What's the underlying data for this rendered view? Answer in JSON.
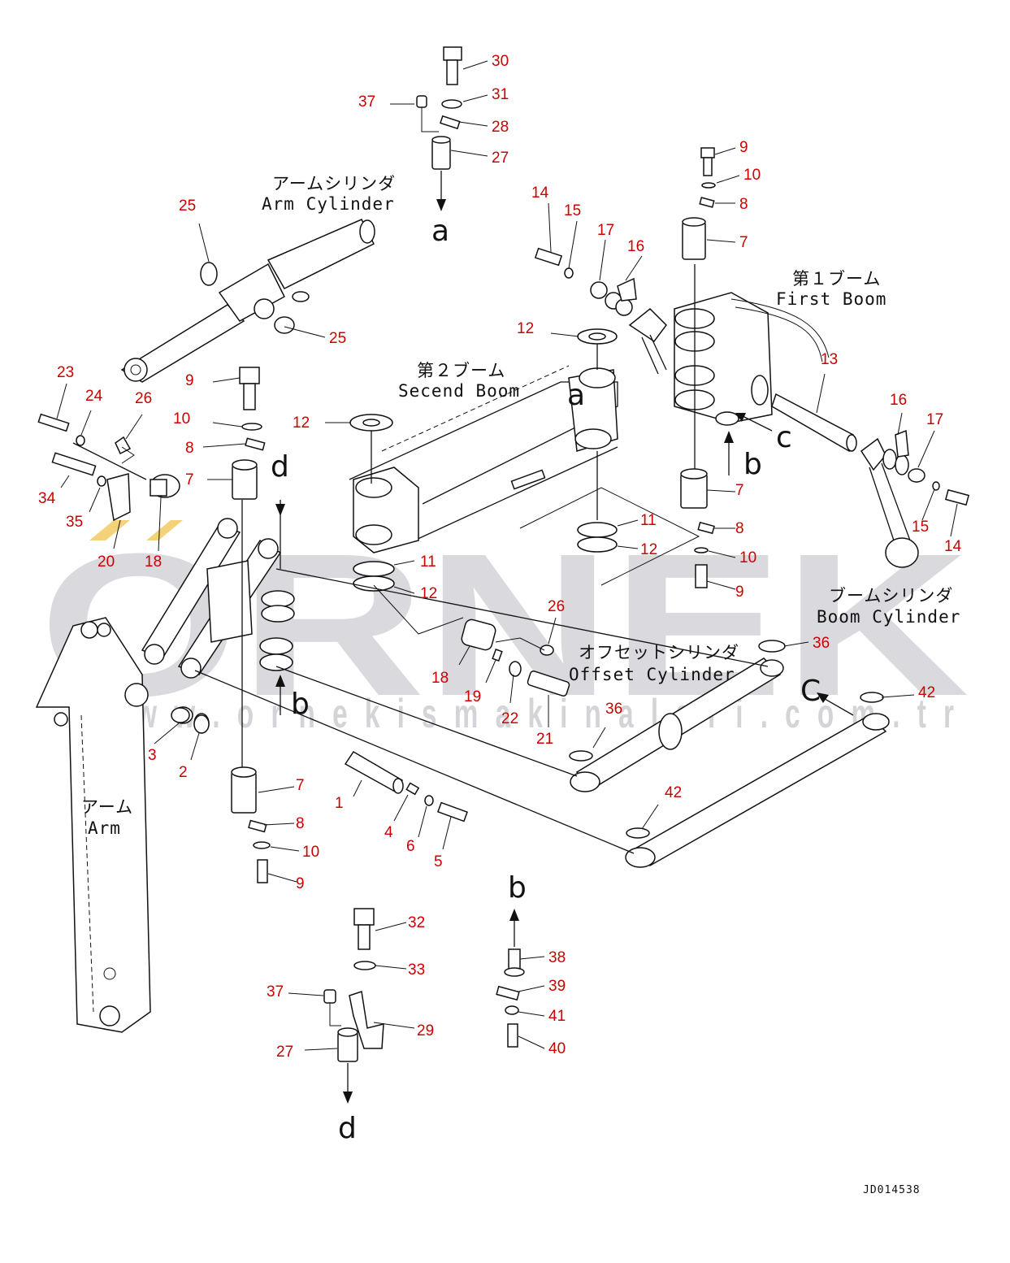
{
  "watermark": {
    "brand": "ORNEK",
    "url": "w w w . o r n e k i s m a k i n a l a r i . c o m . t r"
  },
  "document_id": "JD014538",
  "labels": {
    "arm_cylinder_jp": "アームシリンダ",
    "arm_cylinder_en": "Arm Cylinder",
    "first_boom_jp": "第１ブーム",
    "first_boom_en": "First Boom",
    "second_boom_jp": "第２ブーム",
    "second_boom_en": "Secend Boom",
    "boom_cylinder_jp": "ブームシリンダ",
    "boom_cylinder_en": "Boom Cylinder",
    "offset_cylinder_jp": "オフセットシリンダ",
    "offset_cylinder_en": "Offset Cylinder",
    "arm_jp": "アーム",
    "arm_en": "Arm"
  },
  "view_letters": {
    "a1": "a",
    "a2": "a",
    "b1": "b",
    "b2": "b",
    "b3": "b",
    "c1": "c",
    "c2": "C",
    "d1": "d",
    "d2": "d"
  },
  "part_numbers": [
    "30",
    "31",
    "37",
    "28",
    "27",
    "9",
    "10",
    "8",
    "7",
    "14",
    "15",
    "17",
    "16",
    "25",
    "25",
    "12",
    "13",
    "16",
    "17",
    "15",
    "14",
    "23",
    "24",
    "26",
    "9",
    "10",
    "8",
    "7",
    "12",
    "34",
    "35",
    "20",
    "18",
    "11",
    "12",
    "7",
    "8",
    "10",
    "9",
    "11",
    "12",
    "26",
    "36",
    "18",
    "19",
    "22",
    "21",
    "3",
    "2",
    "36",
    "42",
    "42",
    "7",
    "8",
    "10",
    "9",
    "1",
    "4",
    "6",
    "5",
    "32",
    "33",
    "37",
    "29",
    "27",
    "38",
    "39",
    "41",
    "40"
  ]
}
